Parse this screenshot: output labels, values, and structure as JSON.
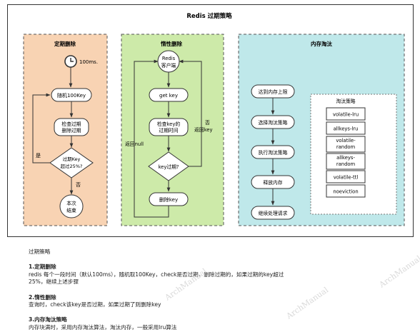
{
  "title": "Redis 过期策略",
  "sections": {
    "periodic": {
      "title": "定期删除",
      "timer_label": "100ms.",
      "random_key": "随机100Key",
      "check_delete": [
        "检查过期",
        "删除过期"
      ],
      "decision": [
        "过期Key",
        "超过25%?"
      ],
      "yes": "是",
      "no": "否",
      "end": [
        "本次",
        "结束"
      ]
    },
    "lazy": {
      "title": "惰性删除",
      "client": [
        "Redis",
        "客户端"
      ],
      "get_key": "get key",
      "check_expire": [
        "检查key的",
        "过期时间"
      ],
      "decision": "key过期?",
      "delete_key": "删除key",
      "return_null": "返回null",
      "no_return": [
        "否",
        "返回key"
      ]
    },
    "memory": {
      "title": "内存淘汰",
      "steps": [
        "达到内存上限",
        "选择淘汰策略",
        "执行淘汰策略",
        "释放内存",
        "继续处理请求"
      ],
      "policy_box_title": "淘汰策略",
      "policies": [
        [
          "volatile-lru"
        ],
        [
          "allkeys-lru"
        ],
        [
          "volatile-",
          "random"
        ],
        [
          "allkeys-",
          "random"
        ],
        [
          "volatile-ttl"
        ],
        [
          "noeviction"
        ]
      ]
    }
  },
  "notes": {
    "heading": "过期策略",
    "items": [
      {
        "title": "1.定期删除",
        "lines": [
          "redis 每个一段时间（默认100ms），随机取100Key，check是否过期，删除过期的，如果过期的key超过",
          "25%，继续上述步骤"
        ]
      },
      {
        "title": "2.惰性删除",
        "lines": [
          "查询时，check该key是否过期，如果过期了则删除key"
        ]
      },
      {
        "title": "3.内存淘汰策略",
        "lines": [
          "内存块满时，采用内存淘汰算法，淘汰内存，一般采用lru算法"
        ]
      }
    ]
  },
  "watermarks": [
    "ArchManual",
    "ArchManual",
    "ArchManual"
  ],
  "colors": {
    "periodic_bg": "#f8d3b3",
    "lazy_bg": "#cdeaa9",
    "memory_bg": "#bfe8ea",
    "node_fill": "#ffffff",
    "stroke": "#333333"
  }
}
